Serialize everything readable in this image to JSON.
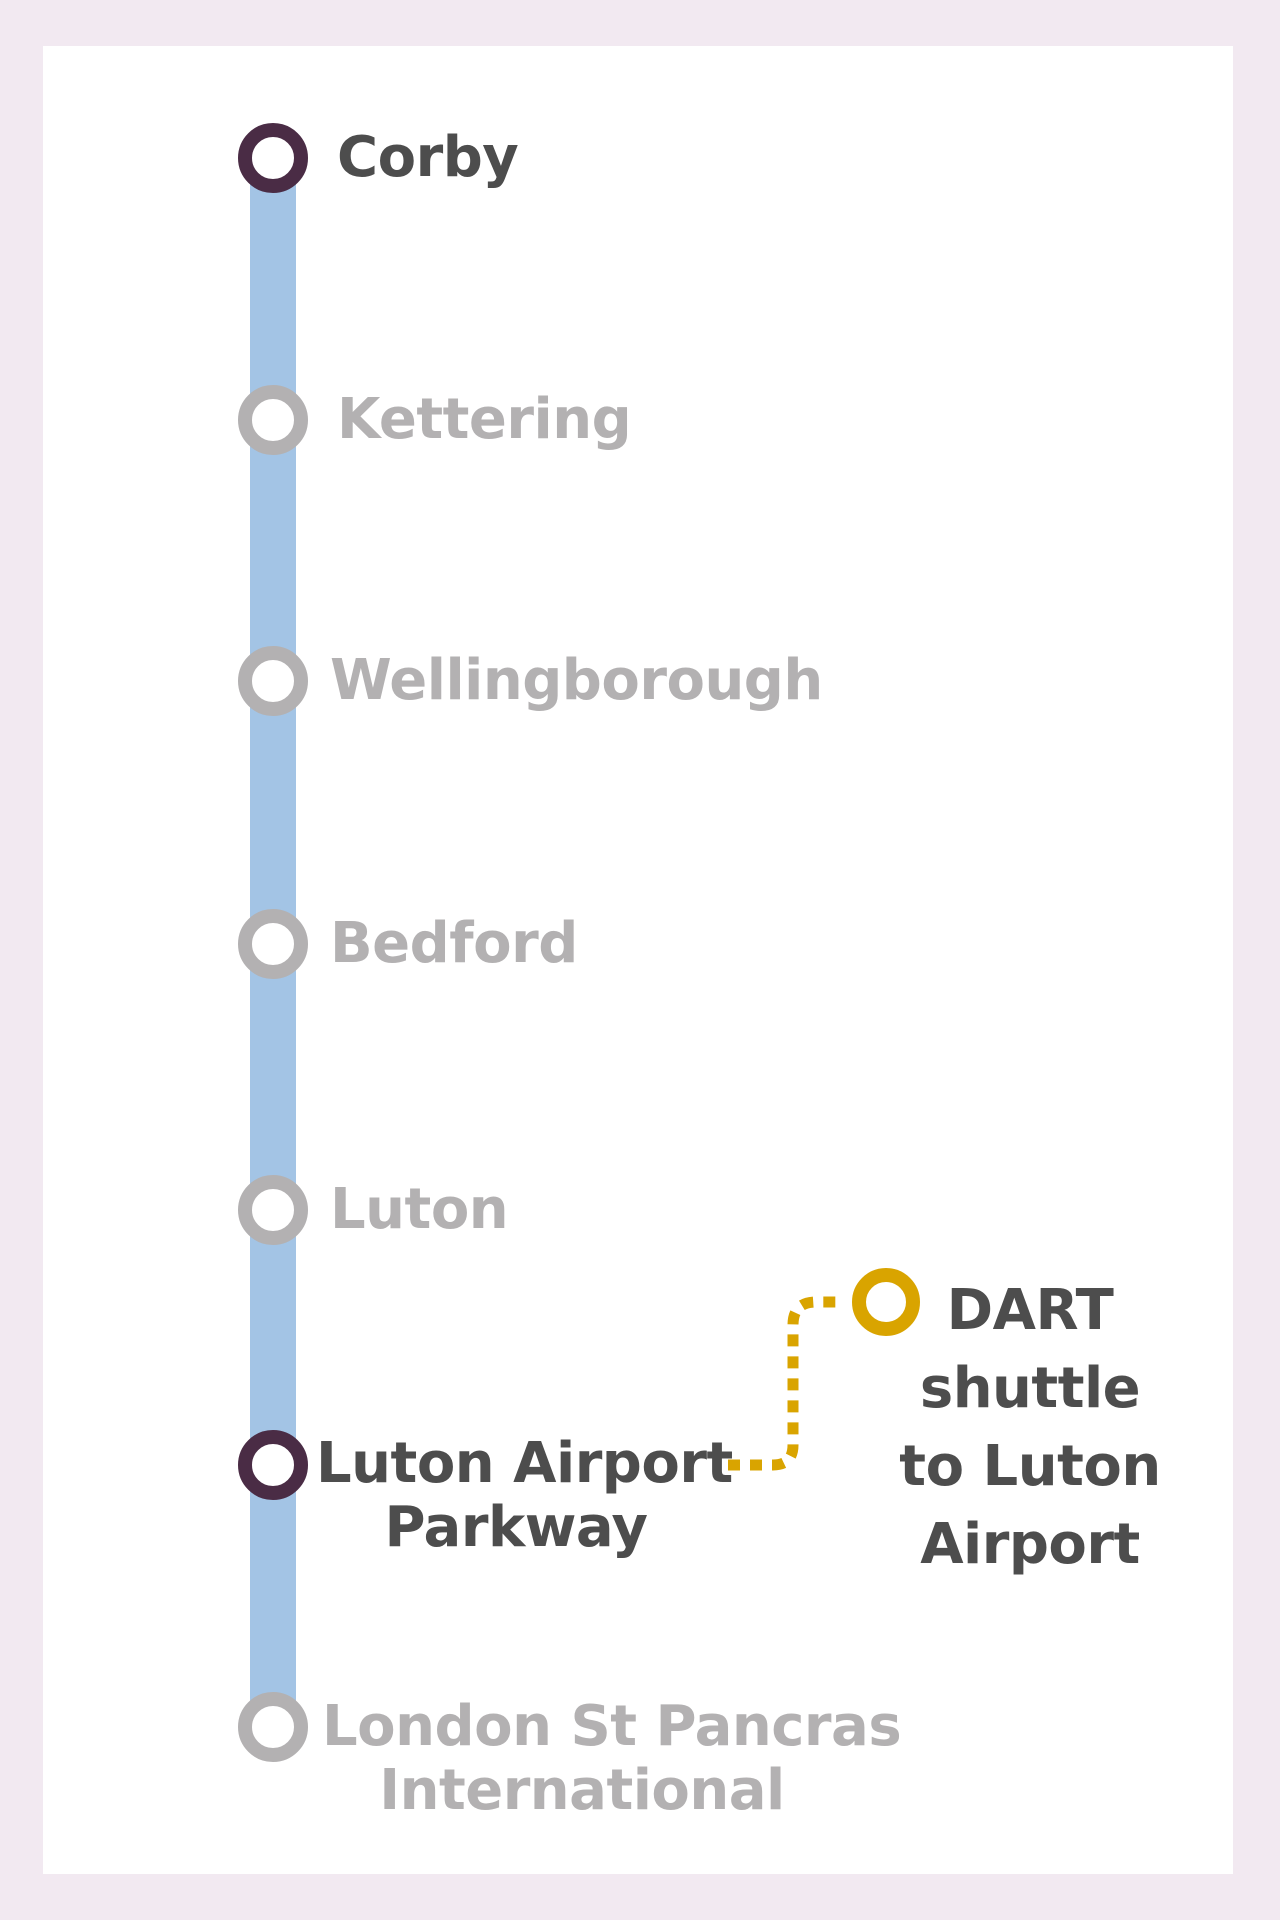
{
  "colors": {
    "background": "#f2e9f1",
    "card": "#ffffff",
    "line": "#a3c4e5",
    "active_station": "#4a2c45",
    "inactive_station": "#b3b1b2",
    "dart": "#d9a400",
    "active_text": "#4d4d4d",
    "inactive_text": "#b3b1b2"
  },
  "stations": [
    {
      "name": "Corby",
      "active": true
    },
    {
      "name": "Kettering",
      "active": false
    },
    {
      "name": "Wellingborough",
      "active": false
    },
    {
      "name": "Bedford",
      "active": false
    },
    {
      "name": "Luton",
      "active": false
    },
    {
      "name_line1": "Luton Airport",
      "name_line2": "Parkway",
      "active": true
    },
    {
      "name_line1": "London St Pancras",
      "name_line2": "International",
      "active": false
    }
  ],
  "dart": {
    "line1": "DART",
    "line2": "shuttle",
    "line3": "to Luton",
    "line4": "Airport"
  }
}
